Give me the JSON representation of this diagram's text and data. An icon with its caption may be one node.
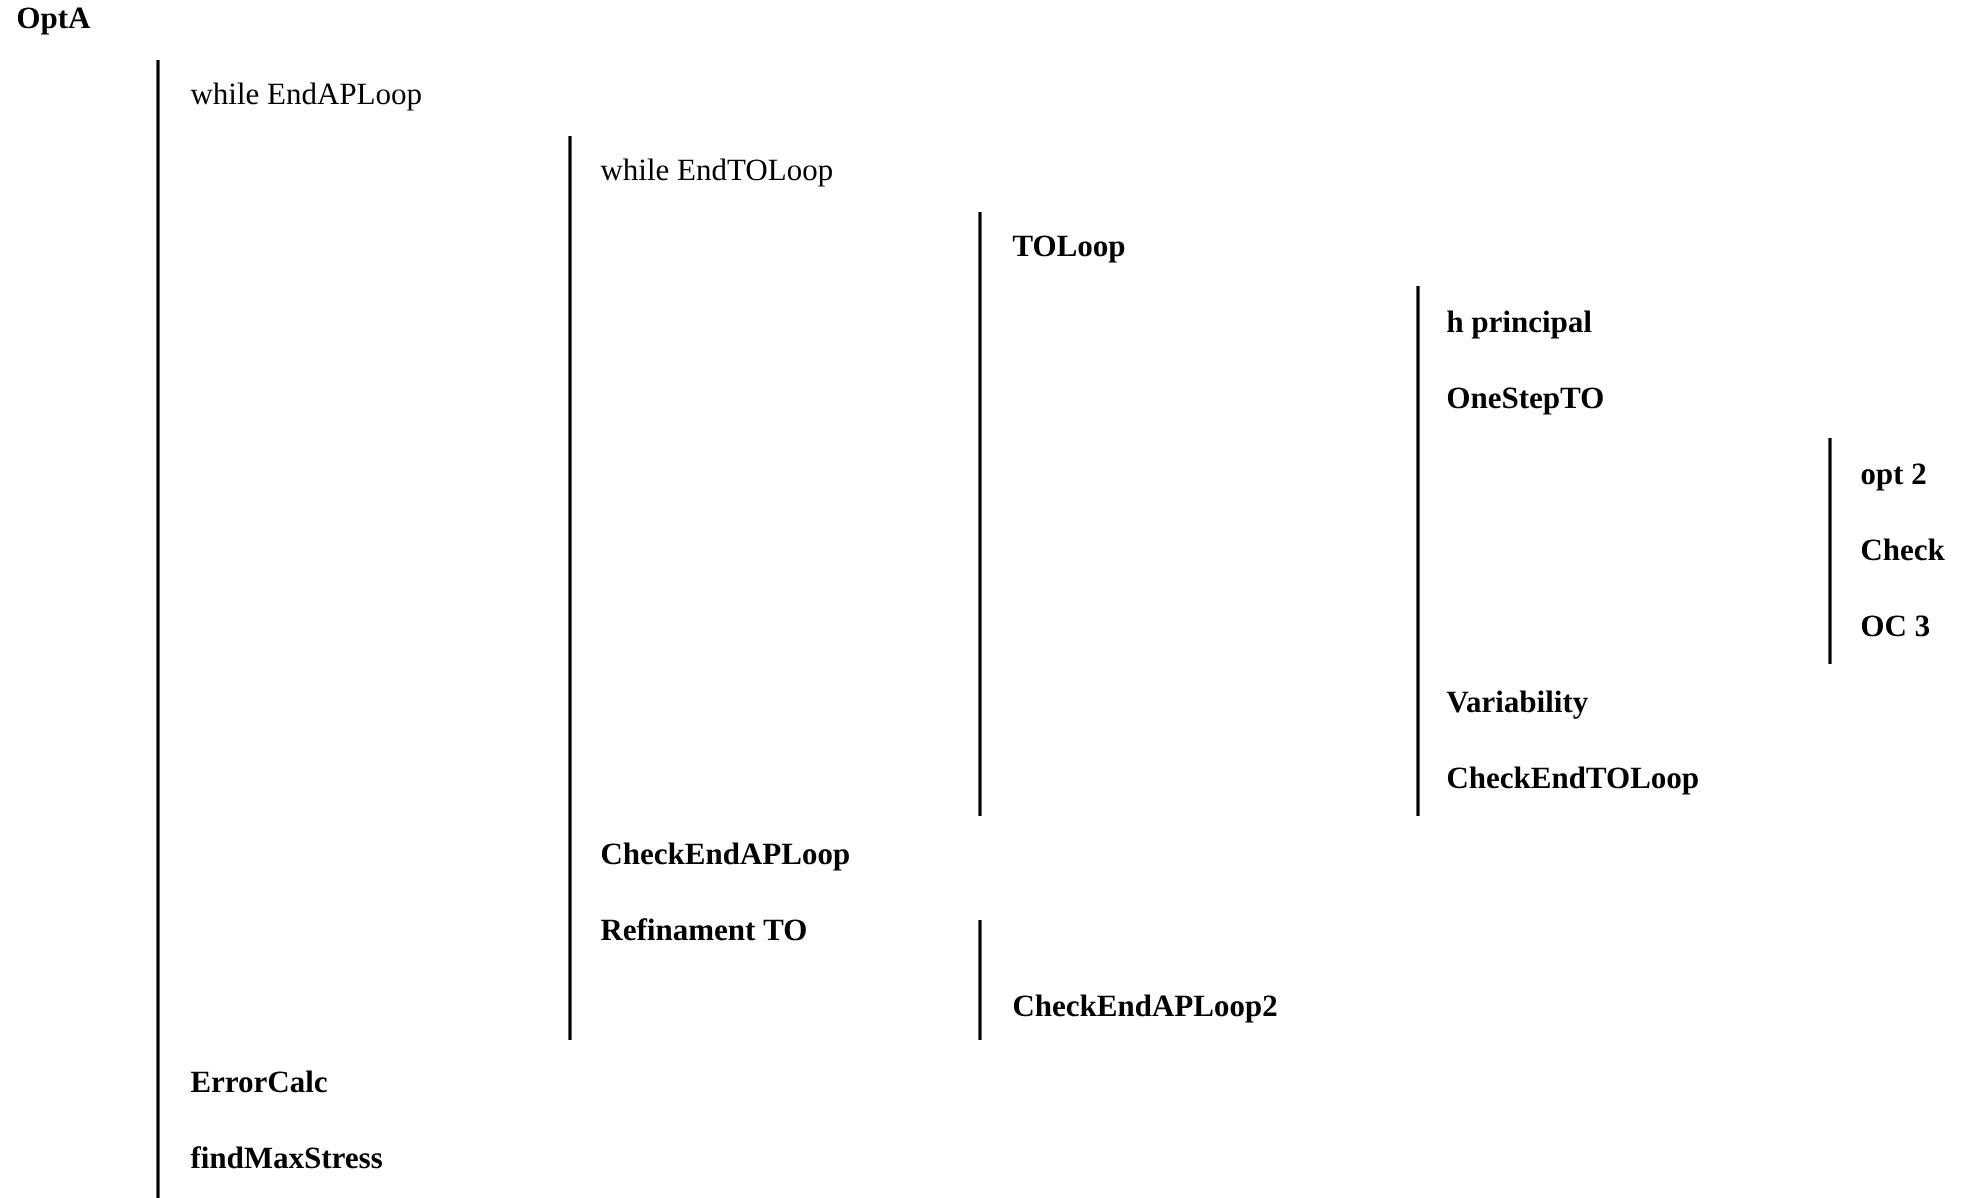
{
  "diagram": {
    "labels": [
      "OptA",
      "while EndAPLoop",
      "while EndTOLoop",
      "TOLoop",
      "h principal",
      "OneStepTO",
      "opt 2",
      "Check",
      "OC 3",
      "Variability",
      "CheckEndTOLoop",
      "CheckEndAPLoop",
      "Refinament TO",
      "CheckEndAPLoop2",
      "ErrorCalc",
      "findMaxStress"
    ]
  }
}
